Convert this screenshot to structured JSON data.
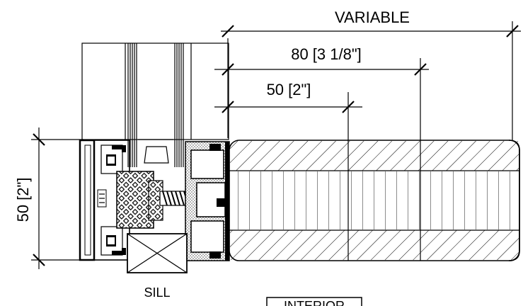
{
  "dimensions": {
    "variable": "VARIABLE",
    "depth_80": "80 [3 1/8\"]",
    "depth_50": "50 [2\"]",
    "height_50": "50 [2\"]"
  },
  "labels": {
    "sill": "SILL",
    "interior": "INTERIOR"
  }
}
